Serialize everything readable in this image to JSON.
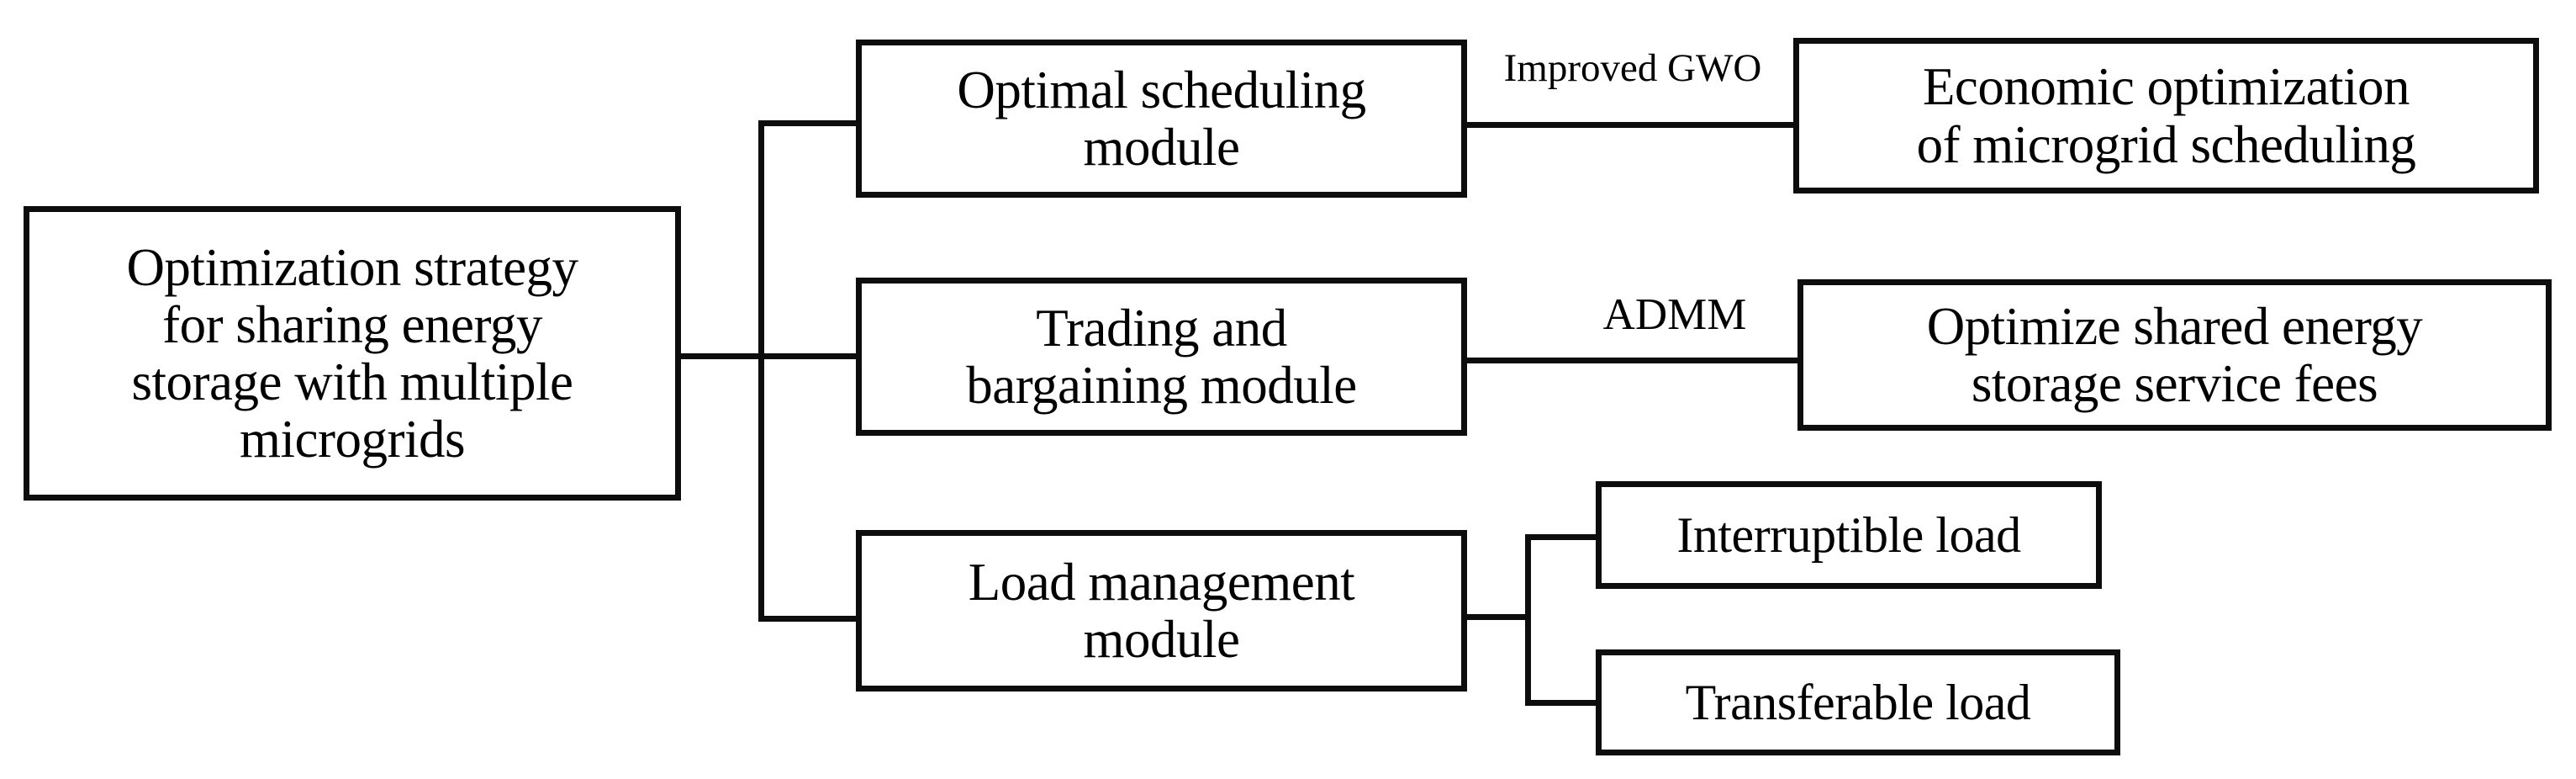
{
  "diagram": {
    "title": "Optimization strategy for sharing energy storage with multiple microgrids",
    "colors": {
      "background": "#ffffff",
      "stroke": "#0d0d0d",
      "text": "#000000"
    },
    "root": {
      "label": "Optimization strategy\nfor sharing energy\nstorage with multiple\nmicrogrids"
    },
    "modules": [
      {
        "id": "optimal-scheduling-module",
        "label": "Optimal scheduling\nmodule",
        "edge_label": "Improved GWO",
        "outcome_id": "economic-optimization-of-microgrid-scheduling",
        "outcome_label": "Economic optimization\nof microgrid scheduling"
      },
      {
        "id": "trading-and-bargaining-module",
        "label": "Trading and\nbargaining module",
        "edge_label": "ADMM",
        "outcome_id": "optimize-shared-energy-storage-service-fees",
        "outcome_label": "Optimize shared energy\nstorage service fees"
      },
      {
        "id": "load-management-module",
        "label": "Load management\nmodule",
        "edge_label": "",
        "children": [
          {
            "id": "interruptible-load",
            "label": "Interruptible load"
          },
          {
            "id": "transferable-load",
            "label": "Transferable load"
          }
        ]
      }
    ]
  }
}
